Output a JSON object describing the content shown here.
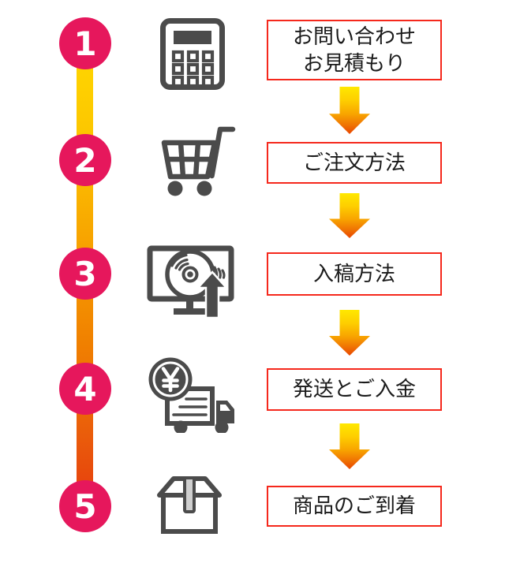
{
  "diagram": {
    "title_implicit": "order-flow-5-steps",
    "colors": {
      "background": "#ffffff",
      "step_circle": "#e6175c",
      "step_number": "#ffffff",
      "icon_gray": "#4b4b4b",
      "box_border_red": "#f5281c",
      "box_text": "#1a1a1a",
      "line_gradient_top": "#ffd800",
      "line_gradient_mid": "#f08000",
      "line_gradient_bottom": "#e63c0e",
      "arrow_gradient_top": "#ffe800",
      "arrow_gradient_bottom": "#e84500",
      "tape_gray": "#cfcfcf"
    },
    "steps": [
      {
        "number": "1",
        "icon": "calculator-icon",
        "label_line1": "お問い合わせ",
        "label_line2": "お見積もり"
      },
      {
        "number": "2",
        "icon": "shopping-cart-icon",
        "label_line1": "ご注文方法"
      },
      {
        "number": "3",
        "icon": "monitor-disc-upload-icon",
        "label_line1": "入稿方法"
      },
      {
        "number": "4",
        "icon": "yen-coin-truck-icon",
        "label_line1": "発送とご入金"
      },
      {
        "number": "5",
        "icon": "package-box-icon",
        "label_line1": "商品のご到着"
      }
    ],
    "connector_arrow_count": 4
  }
}
